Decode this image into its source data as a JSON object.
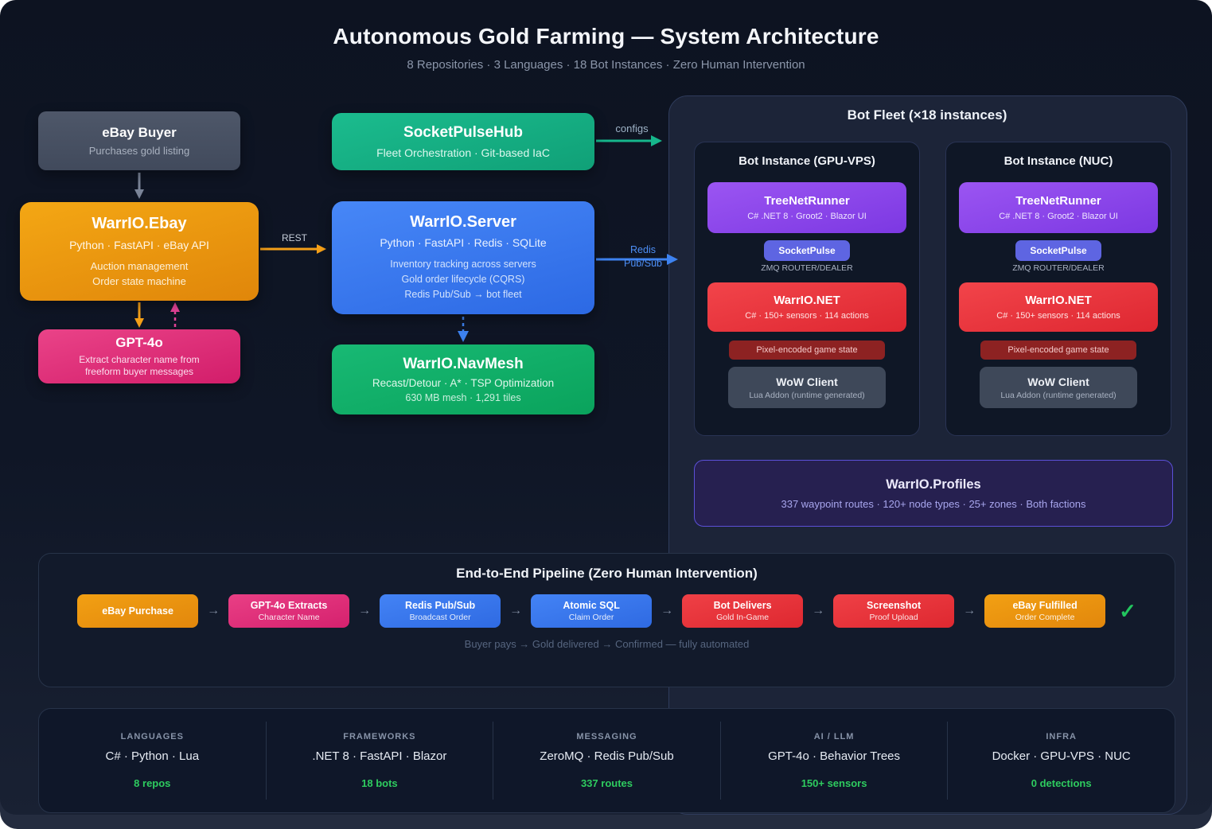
{
  "header": {
    "title": "Autonomous Gold Farming — System Architecture",
    "subtitle": "8 Repositories · 3 Languages · 18 Bot Instances · Zero Human Intervention"
  },
  "nodes": {
    "ebay_buyer": {
      "title": "eBay Buyer",
      "subtitle": "Purchases gold listing",
      "color": "#4e5769"
    },
    "warrio_ebay": {
      "title": "WarrIO.Ebay",
      "stack": "Python · FastAPI · eBay API",
      "line1": "Auction management",
      "line2": "Order state machine",
      "color": "#eb960f"
    },
    "gpt4o": {
      "title": "GPT-4o",
      "line1": "Extract character name from",
      "line2": "freeform buyer messages",
      "color": "#de3079"
    },
    "socketpulsehub": {
      "title": "SocketPulseHub",
      "subtitle": "Fleet Orchestration · Git-based IaC",
      "color": "#15ae82"
    },
    "warrio_server": {
      "title": "WarrIO.Server",
      "stack": "Python · FastAPI · Redis · SQLite",
      "line1": "Inventory tracking across servers",
      "line2": "Gold order lifecycle (CQRS)",
      "line3": "Redis Pub/Sub → bot fleet",
      "color": "#3a78ed"
    },
    "warrio_navmesh": {
      "title": "WarrIO.NavMesh",
      "stack": "Recast/Detour · A* · TSP Optimization",
      "subtitle": "630 MB mesh · 1,291 tiles",
      "color": "#11ae68"
    }
  },
  "edges": {
    "rest": "REST",
    "configs": "configs",
    "redis_line1": "Redis",
    "redis_line2": "Pub/Sub"
  },
  "fleet": {
    "title": "Bot Fleet (×18 instances)",
    "cards": [
      {
        "title": "Bot Instance (GPU-VPS)",
        "treenetrunner": {
          "title": "TreeNetRunner",
          "subtitle": "C# .NET 8 · Groot2 · Blazor UI"
        },
        "socketpulse": {
          "label": "SocketPulse",
          "sublabel": "ZMQ ROUTER/DEALER"
        },
        "warrio_net": {
          "title": "WarrIO.NET",
          "subtitle": "C# · 150+ sensors · 114 actions"
        },
        "pixel_badge": "Pixel-encoded game state",
        "wow_client": {
          "title": "WoW Client",
          "subtitle": "Lua Addon (runtime generated)"
        }
      },
      {
        "title": "Bot Instance (NUC)",
        "treenetrunner": {
          "title": "TreeNetRunner",
          "subtitle": "C# .NET 8 · Groot2 · Blazor UI"
        },
        "socketpulse": {
          "label": "SocketPulse",
          "sublabel": "ZMQ ROUTER/DEALER"
        },
        "warrio_net": {
          "title": "WarrIO.NET",
          "subtitle": "C# · 150+ sensors · 114 actions"
        },
        "pixel_badge": "Pixel-encoded game state",
        "wow_client": {
          "title": "WoW Client",
          "subtitle": "Lua Addon (runtime generated)"
        }
      }
    ],
    "profiles": {
      "title": "WarrIO.Profiles",
      "subtitle": "337 waypoint routes · 120+ node types · 25+ zones · Both factions"
    }
  },
  "pipeline": {
    "title": "End-to-End Pipeline (Zero Human Intervention)",
    "arrow_glyph": "→",
    "check_glyph": "✓",
    "caption": "Buyer pays → Gold delivered → Confirmed — fully automated",
    "steps": [
      {
        "label": "eBay Purchase",
        "sublabel": "",
        "color": "#eb960f"
      },
      {
        "label": "GPT-4o Extracts",
        "sublabel": "Character Name",
        "color": "#de3079"
      },
      {
        "label": "Redis Pub/Sub",
        "sublabel": "Broadcast Order",
        "color": "#3a78ed"
      },
      {
        "label": "Atomic SQL",
        "sublabel": "Claim Order",
        "color": "#3a78ed"
      },
      {
        "label": "Bot Delivers",
        "sublabel": "Gold In-Game",
        "color": "#e63239"
      },
      {
        "label": "Screenshot",
        "sublabel": "Proof Upload",
        "color": "#e63239"
      },
      {
        "label": "eBay Fulfilled",
        "sublabel": "Order Complete",
        "color": "#eb960f"
      }
    ]
  },
  "stats": {
    "columns": [
      {
        "label": "LANGUAGES",
        "value": "C# · Python · Lua",
        "stat": "8 repos"
      },
      {
        "label": "FRAMEWORKS",
        "value": ".NET 8 · FastAPI · Blazor",
        "stat": "18 bots"
      },
      {
        "label": "MESSAGING",
        "value": "ZeroMQ · Redis Pub/Sub",
        "stat": "337 routes"
      },
      {
        "label": "AI / LLM",
        "value": "GPT-4o · Behavior Trees",
        "stat": "150+ sensors"
      },
      {
        "label": "INFRA",
        "value": "Docker · GPU-VPS · NUC",
        "stat": "0 detections"
      }
    ],
    "stat_color": "#2ecc5f"
  },
  "colors": {
    "canvas_bg": "#0d1321",
    "frame_bg": "#242c3f",
    "fleet_panel_bg": "#1c2438",
    "card_bg": "#0f1726",
    "purple_block": "#8a46ea",
    "indigo_chip": "#5e65e2",
    "red_block": "#e63239",
    "dark_red_badge": "#8d2222",
    "slate_block": "#3e4859",
    "profiles_border": "#5b50d8",
    "green_accent": "#22c55e"
  }
}
